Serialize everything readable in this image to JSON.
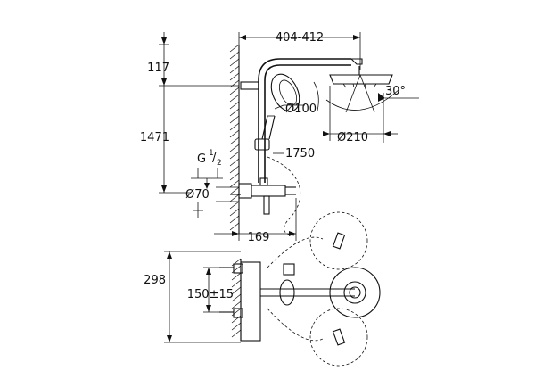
{
  "dimensions": {
    "arm_reach": "404-412",
    "top_height": "117",
    "overall_height": "1471",
    "thread_main": "G",
    "thread_frac_num": "1",
    "thread_frac_den": "2",
    "inlet_diameter": "Ø70",
    "hand_shower_diameter": "Ø100",
    "head_shower_diameter": "Ø210",
    "tilt_angle": "30°",
    "hose_length": "1750",
    "wall_offset": "169",
    "plan_depth": "298",
    "inlet_spacing": "150±15"
  }
}
